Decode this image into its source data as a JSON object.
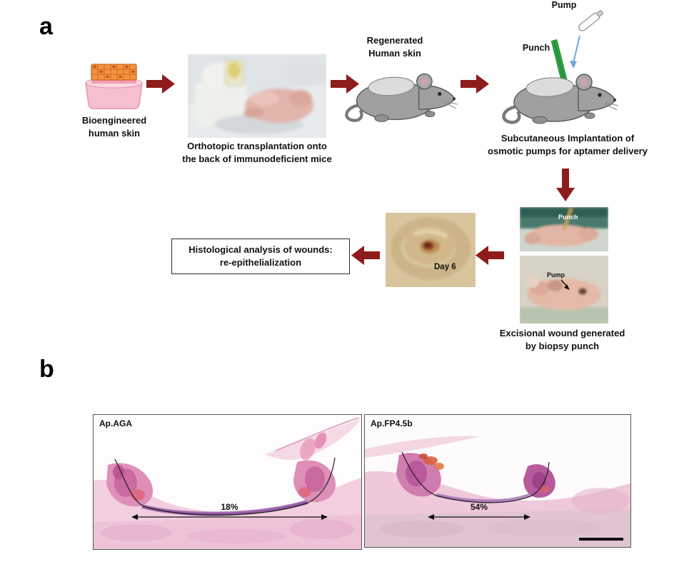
{
  "panels": {
    "a_label": "a",
    "b_label": "b"
  },
  "workflow": {
    "step1": "Bioengineered\nhuman skin",
    "step2": "Orthotopic transplantation onto\nthe back of immunodeficient mice",
    "step3": "Regenerated\nHuman skin",
    "pump": "Pump",
    "punch": "Punch",
    "step4": "Subcutaneous Implantation of\nosmotic pumps for aptamer delivery",
    "photo_punch": "Punch",
    "photo_pump": "Pump",
    "step5": "Excisional wound generated\nby biopsy punch",
    "day6": "Day 6",
    "analysis_box": "Histological analysis of wounds:\nre-epithelialization"
  },
  "panel_b": {
    "left": {
      "label": "Ap.AGA",
      "percent": "18%"
    },
    "right": {
      "label": "Ap.FP4.5b",
      "percent": "54%"
    }
  },
  "colors": {
    "arrow": "#8e1c1c",
    "punch_green": "#2f9e44",
    "pump_arrow_blue": "#6fa8d8"
  }
}
